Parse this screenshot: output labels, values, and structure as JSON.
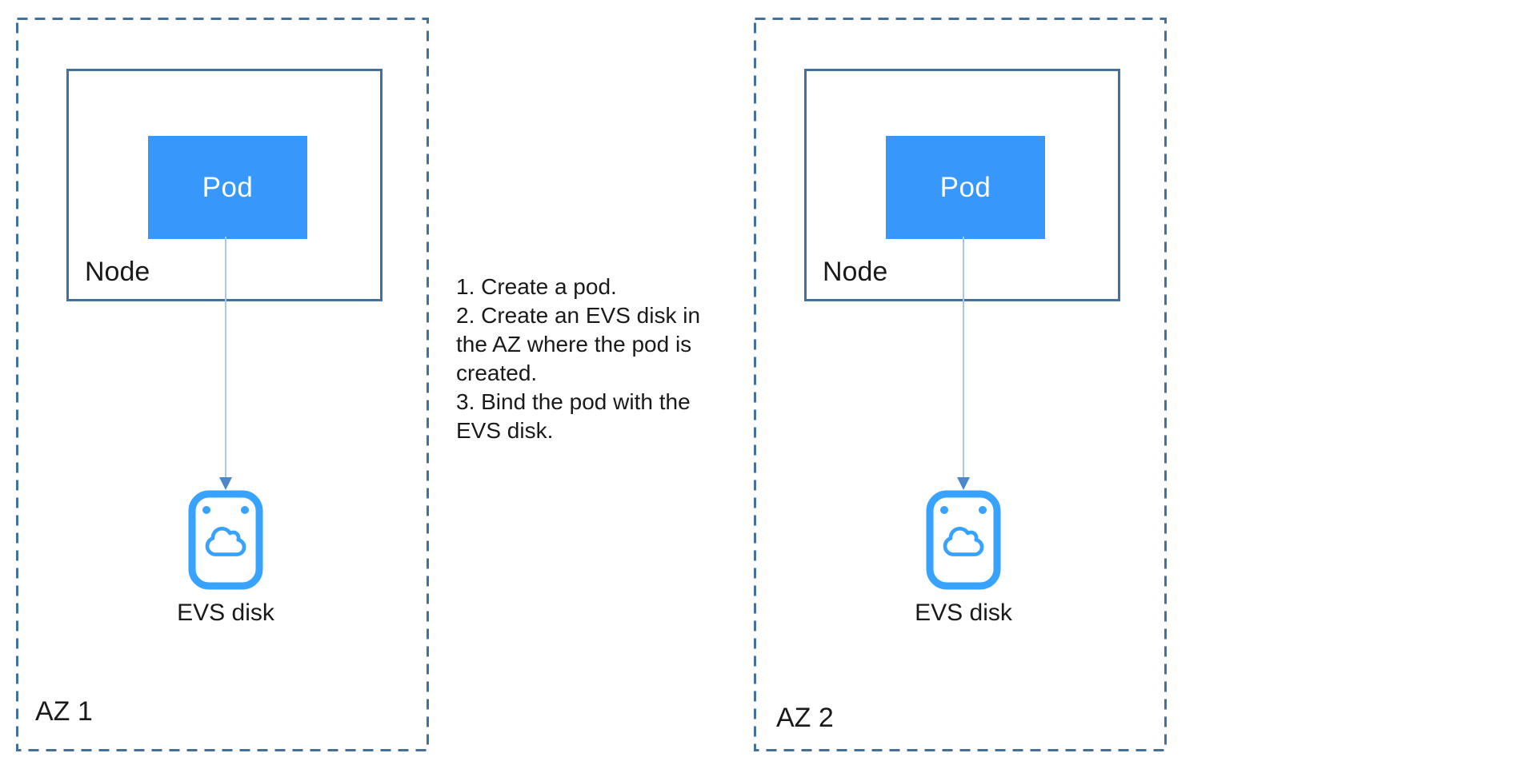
{
  "zones": {
    "az1": {
      "label": "AZ 1",
      "node_label": "Node",
      "pod_label": "Pod",
      "evs_label": "EVS disk"
    },
    "az2": {
      "label": "AZ 2",
      "node_label": "Node",
      "pod_label": "Pod",
      "evs_label": "EVS disk"
    }
  },
  "instructions": {
    "lines": [
      "1. Create a pod.",
      "2. Create an EVS disk in",
      "the AZ where the pod is",
      "created.",
      "3. Bind the pod with the",
      "EVS disk."
    ]
  },
  "colors": {
    "boundary_border": "#41719C",
    "node_border": "#41719C",
    "pod_fill": "#3797FA",
    "pod_text": "#FFFFFF",
    "evs_icon_blue": "#38A2FF",
    "arrow_line": "#A9C6E8",
    "arrow_head": "#4E87C8",
    "text": "#1A1A1A",
    "background": "#FFFFFF"
  }
}
